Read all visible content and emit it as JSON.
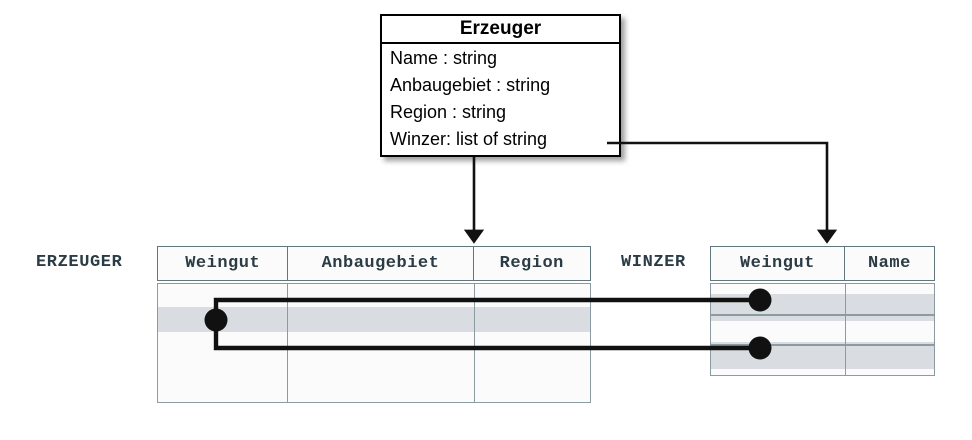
{
  "diagram": {
    "title": "Erzeuger class to relational tables mapping",
    "background_color": "#ffffff",
    "accent_line_color": "#000000",
    "row_highlight_color": "#d9dce1",
    "table_border_color": "#8c9aa1",
    "header_text_color": "#2b3c45"
  },
  "uml_class": {
    "name": "Erzeuger",
    "attributes": [
      "Name : string",
      "Anbaugebiet : string",
      "Region : string",
      "Winzer: list of string"
    ]
  },
  "tables": [
    {
      "label": "ERZEUGER",
      "columns": [
        "Weingut",
        "Anbaugebiet",
        "Region"
      ],
      "row_count": 4,
      "highlighted_rows": [
        2
      ],
      "rows": [
        [
          "",
          "",
          ""
        ],
        [
          "",
          "",
          ""
        ],
        [
          "",
          "",
          ""
        ],
        [
          "",
          "",
          ""
        ]
      ]
    },
    {
      "label": "WINZER",
      "columns": [
        "Weingut",
        "Name"
      ],
      "row_count": 3,
      "highlighted_rows": [
        1,
        3
      ],
      "rows": [
        [
          "",
          ""
        ],
        [
          "",
          ""
        ],
        [
          "",
          ""
        ]
      ]
    }
  ],
  "arrows": [
    {
      "name": "attribute-to-erzeuger-arrow",
      "from": "Erzeuger class box bottom",
      "to": "ERZEUGER table header"
    },
    {
      "name": "winzer-attribute-to-winzer-arrow",
      "from": "Winzer: list of string",
      "to": "WINZER table header"
    }
  ],
  "links": [
    {
      "name": "erzeuger-row-to-winzer-row-1",
      "from_table": "ERZEUGER",
      "from_row": 2,
      "to_table": "WINZER",
      "to_row": 1
    },
    {
      "name": "erzeuger-row-to-winzer-row-3",
      "from_table": "ERZEUGER",
      "from_row": 2,
      "to_table": "WINZER",
      "to_row": 3
    }
  ]
}
